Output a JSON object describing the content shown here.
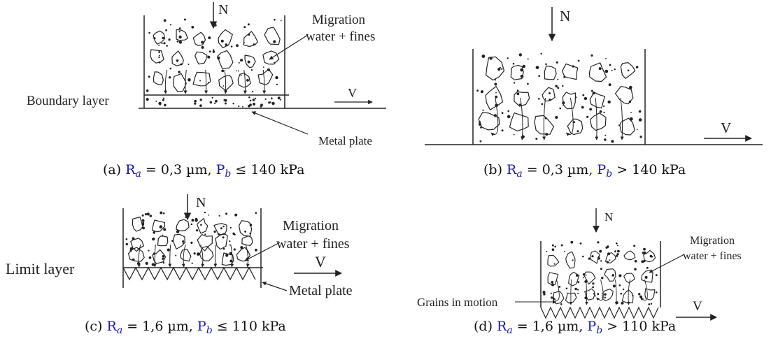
{
  "panels": [
    {
      "id": "a",
      "force_label": "N",
      "velocity_label": "V",
      "layer_label": "Boundary layer",
      "migration_line1": "Migration",
      "migration_line2": "water +  fines",
      "plate_label": "Metal plate",
      "caption": {
        "prefix": "(a) ",
        "ra_sym": "R",
        "ra_sub": "a",
        "ra_val": " = 0,3 µm, ",
        "pb_sym": "P",
        "pb_sub": "b",
        "pb_val": " ≤ 140 kPa"
      }
    },
    {
      "id": "b",
      "force_label": "N",
      "velocity_label": "V",
      "caption": {
        "prefix": "(b) ",
        "ra_sym": "R",
        "ra_sub": "a",
        "ra_val": " = 0,3 µm, ",
        "pb_sym": "P",
        "pb_sub": "b",
        "pb_val": " > 140 kPa"
      }
    },
    {
      "id": "c",
      "force_label": "N",
      "velocity_label": "V",
      "layer_label": "Limit layer",
      "migration_line1": "Migration",
      "migration_line2": "water +  fines",
      "plate_label": "Metal plate",
      "caption": {
        "prefix": "(c) ",
        "ra_sym": "R",
        "ra_sub": "a",
        "ra_val": " = 1,6 µm, ",
        "pb_sym": "P",
        "pb_sub": "b",
        "pb_val": " ≤ 110 kPa"
      }
    },
    {
      "id": "d",
      "force_label": "N",
      "velocity_label": "V",
      "grains_label": "Grains in motion",
      "migration_line1": "Migration",
      "migration_line2": "water +  fines",
      "caption": {
        "prefix": "(d) ",
        "ra_sym": "R",
        "ra_sub": "a",
        "ra_val": " = 1,6 µm, ",
        "pb_sym": "P",
        "pb_sub": "b",
        "pb_val": " > 110 kPa"
      }
    }
  ]
}
